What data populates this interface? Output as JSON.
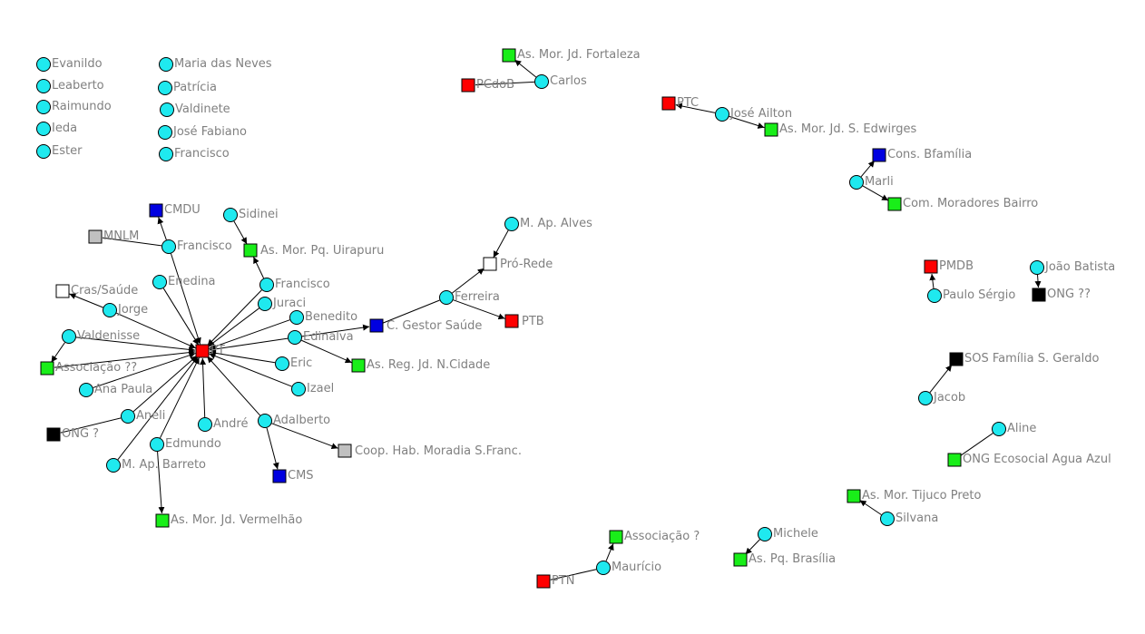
{
  "title": "Social network graph",
  "colors": {
    "person": "#1fe9ef",
    "party": "#ff0000",
    "association": "#19ee19",
    "council": "#0000e0",
    "movement": "#c0c0c0",
    "service": "#ffffff",
    "ngo": "#000000",
    "label": "#808080",
    "edge": "#000000"
  },
  "nodes": [
    {
      "id": "evanildo",
      "label": "Evanildo",
      "type": "person"
    },
    {
      "id": "leaberto",
      "label": "Leaberto",
      "type": "person"
    },
    {
      "id": "raimundo",
      "label": "Raimundo",
      "type": "person"
    },
    {
      "id": "ieda",
      "label": "Ieda",
      "type": "person"
    },
    {
      "id": "ester",
      "label": "Ester",
      "type": "person"
    },
    {
      "id": "maria",
      "label": "Maria das Neves",
      "type": "person"
    },
    {
      "id": "patricia",
      "label": "Patrícia",
      "type": "person"
    },
    {
      "id": "valdinete",
      "label": "Valdinete",
      "type": "person"
    },
    {
      "id": "josefabiano",
      "label": "José Fabiano",
      "type": "person"
    },
    {
      "id": "francisco0",
      "label": "Francisco",
      "type": "person"
    },
    {
      "id": "pt",
      "label": "PT",
      "type": "party"
    },
    {
      "id": "cmdu",
      "label": "CMDU",
      "type": "council"
    },
    {
      "id": "mnlm",
      "label": "MNLM",
      "type": "movement"
    },
    {
      "id": "francisco1",
      "label": "Francisco",
      "type": "person"
    },
    {
      "id": "sidinei",
      "label": "Sidinei",
      "type": "person"
    },
    {
      "id": "uirapuru",
      "label": "As. Mor. Pq. Uirapuru",
      "type": "association"
    },
    {
      "id": "enedina",
      "label": "Enedina",
      "type": "person"
    },
    {
      "id": "francisco2",
      "label": "Francisco",
      "type": "person"
    },
    {
      "id": "juraci",
      "label": "Juraci",
      "type": "person"
    },
    {
      "id": "cras",
      "label": "Cras/Saúde",
      "type": "service"
    },
    {
      "id": "jorge",
      "label": "Jorge",
      "type": "person"
    },
    {
      "id": "benedito",
      "label": "Benedito",
      "type": "person"
    },
    {
      "id": "edinalva",
      "label": "Edinalva",
      "type": "person"
    },
    {
      "id": "cgestor",
      "label": "C. Gestor Saúde",
      "type": "council"
    },
    {
      "id": "valdenisse",
      "label": "Valdenisse",
      "type": "person"
    },
    {
      "id": "assoc2",
      "label": "Associação ??",
      "type": "association"
    },
    {
      "id": "eric",
      "label": "Eric",
      "type": "person"
    },
    {
      "id": "nCidade",
      "label": "As. Reg. Jd. N.Cidade",
      "type": "association"
    },
    {
      "id": "anapaula",
      "label": "Ana Paula",
      "type": "person"
    },
    {
      "id": "izael",
      "label": "Izael",
      "type": "person"
    },
    {
      "id": "aneli",
      "label": "Aneli",
      "type": "person"
    },
    {
      "id": "andre",
      "label": "André",
      "type": "person"
    },
    {
      "id": "adalberto",
      "label": "Adalberto",
      "type": "person"
    },
    {
      "id": "ong1",
      "label": "ONG ?",
      "type": "ngo"
    },
    {
      "id": "edmundo",
      "label": "Edmundo",
      "type": "person"
    },
    {
      "id": "coop",
      "label": "Coop. Hab. Moradia S.Franc.",
      "type": "movement"
    },
    {
      "id": "barreto",
      "label": "M. Ap. Barreto",
      "type": "person"
    },
    {
      "id": "cms",
      "label": "CMS",
      "type": "council"
    },
    {
      "id": "vermelhao",
      "label": "As. Mor. Jd. Vermelhão",
      "type": "association"
    },
    {
      "id": "fortaleza",
      "label": "As. Mor. Jd. Fortaleza",
      "type": "association"
    },
    {
      "id": "pcdob",
      "label": "PCdoB",
      "type": "party"
    },
    {
      "id": "carlos",
      "label": "Carlos",
      "type": "person"
    },
    {
      "id": "alves",
      "label": "M. Ap. Alves",
      "type": "person"
    },
    {
      "id": "prorede",
      "label": "Pró-Rede",
      "type": "service"
    },
    {
      "id": "ferreira",
      "label": "Ferreira",
      "type": "person"
    },
    {
      "id": "ptb",
      "label": "PTB",
      "type": "party"
    },
    {
      "id": "ptc",
      "label": "PTC",
      "type": "party"
    },
    {
      "id": "joseailton",
      "label": "José Ailton",
      "type": "person"
    },
    {
      "id": "edwirges",
      "label": "As. Mor. Jd. S. Edwirges",
      "type": "association"
    },
    {
      "id": "bfamilia",
      "label": "Cons. Bfamília",
      "type": "council"
    },
    {
      "id": "marli",
      "label": "Marli",
      "type": "person"
    },
    {
      "id": "combairro",
      "label": "Com. Moradores Bairro",
      "type": "association"
    },
    {
      "id": "pmdb",
      "label": "PMDB",
      "type": "party"
    },
    {
      "id": "paulosergio",
      "label": "Paulo Sérgio",
      "type": "person"
    },
    {
      "id": "joaobatista",
      "label": "João Batista",
      "type": "person"
    },
    {
      "id": "ong2",
      "label": "ONG ??",
      "type": "ngo"
    },
    {
      "id": "sos",
      "label": "SOS Família S. Geraldo",
      "type": "ngo"
    },
    {
      "id": "jacob",
      "label": "Jacob",
      "type": "person"
    },
    {
      "id": "aline",
      "label": "Aline",
      "type": "person"
    },
    {
      "id": "ecosocial",
      "label": "ONG Ecosocial Agua Azul",
      "type": "association"
    },
    {
      "id": "tijuco",
      "label": "As. Mor. Tijuco Preto",
      "type": "association"
    },
    {
      "id": "silvana",
      "label": "Silvana",
      "type": "person"
    },
    {
      "id": "michele",
      "label": "Michele",
      "type": "person"
    },
    {
      "id": "brasilia",
      "label": "As. Pq. Brasília",
      "type": "association"
    },
    {
      "id": "assoc1",
      "label": "Associação ?",
      "type": "association"
    },
    {
      "id": "mauricio",
      "label": "Maurício",
      "type": "person"
    },
    {
      "id": "ptn",
      "label": "PTN",
      "type": "party"
    }
  ],
  "edges": [
    {
      "from": "francisco1",
      "to": "cmdu",
      "arrow": true
    },
    {
      "from": "francisco1",
      "to": "mnlm",
      "arrow": false
    },
    {
      "from": "francisco1",
      "to": "pt",
      "arrow": true
    },
    {
      "from": "sidinei",
      "to": "uirapuru",
      "arrow": true
    },
    {
      "from": "francisco2",
      "to": "uirapuru",
      "arrow": true
    },
    {
      "from": "francisco2",
      "to": "pt",
      "arrow": true
    },
    {
      "from": "enedina",
      "to": "pt",
      "arrow": true
    },
    {
      "from": "juraci",
      "to": "pt",
      "arrow": true
    },
    {
      "from": "jorge",
      "to": "cras",
      "arrow": true
    },
    {
      "from": "jorge",
      "to": "pt",
      "arrow": true
    },
    {
      "from": "benedito",
      "to": "pt",
      "arrow": true
    },
    {
      "from": "edinalva",
      "to": "pt",
      "arrow": true
    },
    {
      "from": "edinalva",
      "to": "cgestor",
      "arrow": true
    },
    {
      "from": "edinalva",
      "to": "nCidade",
      "arrow": true
    },
    {
      "from": "valdenisse",
      "to": "assoc2",
      "arrow": true
    },
    {
      "from": "valdenisse",
      "to": "pt",
      "arrow": true
    },
    {
      "from": "assoc2",
      "to": "pt",
      "arrow": true
    },
    {
      "from": "eric",
      "to": "pt",
      "arrow": true
    },
    {
      "from": "izael",
      "to": "pt",
      "arrow": true
    },
    {
      "from": "anapaula",
      "to": "pt",
      "arrow": true
    },
    {
      "from": "aneli",
      "to": "pt",
      "arrow": true
    },
    {
      "from": "aneli",
      "to": "ong1",
      "arrow": false
    },
    {
      "from": "barreto",
      "to": "pt",
      "arrow": true
    },
    {
      "from": "edmundo",
      "to": "pt",
      "arrow": true
    },
    {
      "from": "edmundo",
      "to": "vermelhao",
      "arrow": true
    },
    {
      "from": "andre",
      "to": "pt",
      "arrow": true
    },
    {
      "from": "adalberto",
      "to": "pt",
      "arrow": true
    },
    {
      "from": "adalberto",
      "to": "cms",
      "arrow": true
    },
    {
      "from": "adalberto",
      "to": "coop",
      "arrow": true
    },
    {
      "from": "ferreira",
      "to": "cgestor",
      "arrow": false
    },
    {
      "from": "ferreira",
      "to": "prorede",
      "arrow": true
    },
    {
      "from": "ferreira",
      "to": "ptb",
      "arrow": true
    },
    {
      "from": "alves",
      "to": "prorede",
      "arrow": true
    },
    {
      "from": "carlos",
      "to": "fortaleza",
      "arrow": true
    },
    {
      "from": "carlos",
      "to": "pcdob",
      "arrow": false
    },
    {
      "from": "joseailton",
      "to": "ptc",
      "arrow": true
    },
    {
      "from": "joseailton",
      "to": "edwirges",
      "arrow": true
    },
    {
      "from": "marli",
      "to": "bfamilia",
      "arrow": true
    },
    {
      "from": "marli",
      "to": "combairro",
      "arrow": true
    },
    {
      "from": "paulosergio",
      "to": "pmdb",
      "arrow": true
    },
    {
      "from": "joaobatista",
      "to": "ong2",
      "arrow": true
    },
    {
      "from": "jacob",
      "to": "sos",
      "arrow": true
    },
    {
      "from": "aline",
      "to": "ecosocial",
      "arrow": false
    },
    {
      "from": "silvana",
      "to": "tijuco",
      "arrow": true
    },
    {
      "from": "michele",
      "to": "brasilia",
      "arrow": true
    },
    {
      "from": "mauricio",
      "to": "assoc1",
      "arrow": true
    },
    {
      "from": "mauricio",
      "to": "ptn",
      "arrow": false
    }
  ]
}
